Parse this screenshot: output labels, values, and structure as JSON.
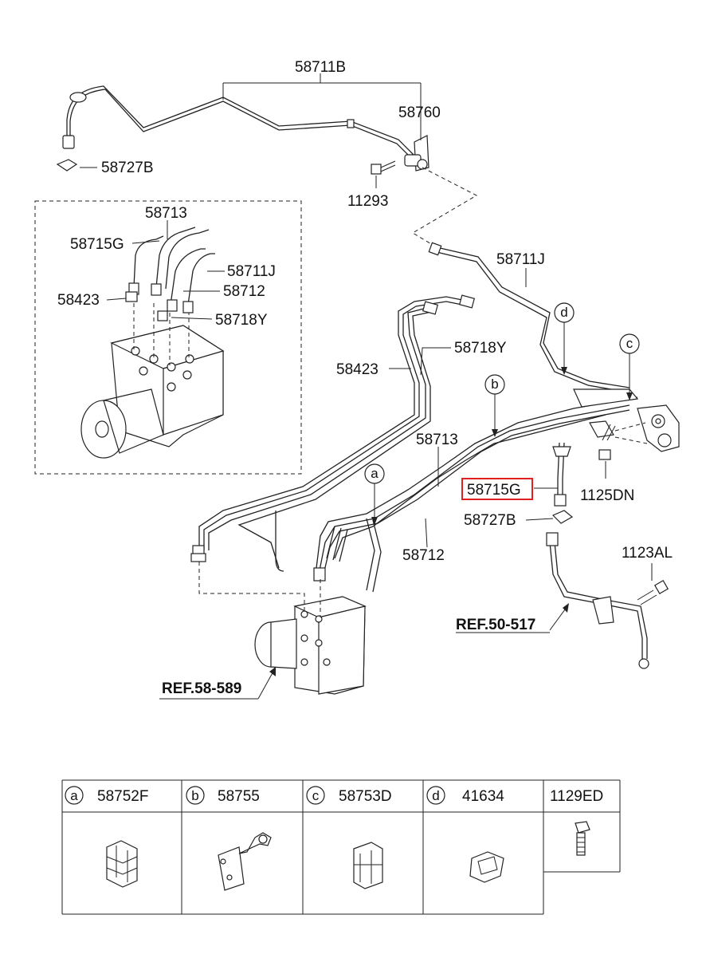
{
  "callouts": {
    "c_58711B": "58711B",
    "c_58760": "58760",
    "c_58727B_top": "58727B",
    "c_11293": "11293",
    "c_58713_inset": "58713",
    "c_58715G_inset": "58715G",
    "c_58711J_inset": "58711J",
    "c_58712_inset": "58712",
    "c_58423_inset": "58423",
    "c_58718Y_inset": "58718Y",
    "c_58711J": "58711J",
    "c_58718Y": "58718Y",
    "c_58423": "58423",
    "c_58713": "58713",
    "c_58715G": "58715G",
    "c_1125DN": "1125DN",
    "c_58727B": "58727B",
    "c_58712": "58712",
    "c_1123AL": "1123AL",
    "ref_50_517": "REF.50-517",
    "ref_58_589": "REF.58-589"
  },
  "circle_letters": {
    "a": "a",
    "b": "b",
    "c": "c",
    "d": "d"
  },
  "parts_table": {
    "cells": [
      {
        "letter": "a",
        "part": "58752F"
      },
      {
        "letter": "b",
        "part": "58755"
      },
      {
        "letter": "c",
        "part": "58753D"
      },
      {
        "letter": "d",
        "part": "41634"
      },
      {
        "letter": "",
        "part": "1129ED"
      }
    ]
  },
  "highlight_color": "#e02020"
}
